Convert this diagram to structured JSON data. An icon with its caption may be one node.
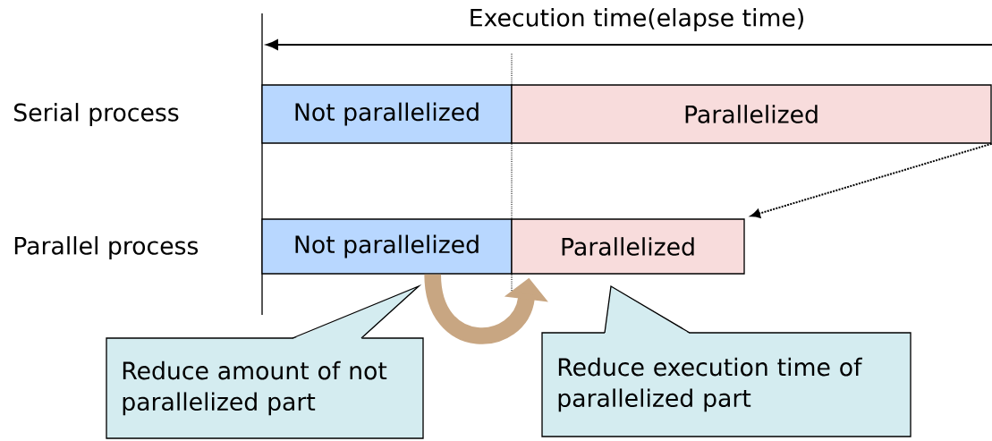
{
  "diagram": {
    "nodes": [
      {
        "text": [
          "Not parallelized"
        ]
      },
      {
        "text": [
          "Parallelized"
        ]
      },
      {
        "text": [
          "Not parallelized"
        ]
      },
      {
        "text": [
          "Parallelized"
        ]
      },
      {
        "text": [
          "Reduce amount of not parallelized part"
        ]
      },
      {
        "text": [
          "Reduce execution time of parallelized part"
        ]
      }
    ],
    "edges": [
      {
        "from": 1,
        "to": 3,
        "arrow": "to",
        "style": "dashed"
      },
      {
        "from": 2,
        "to": 3,
        "arrow": "to",
        "style": "thick",
        "color": "#c8a682"
      }
    ],
    "labels": [
      "Execution time(elapse time)",
      "Serial process",
      "Parallel process"
    ]
  }
}
